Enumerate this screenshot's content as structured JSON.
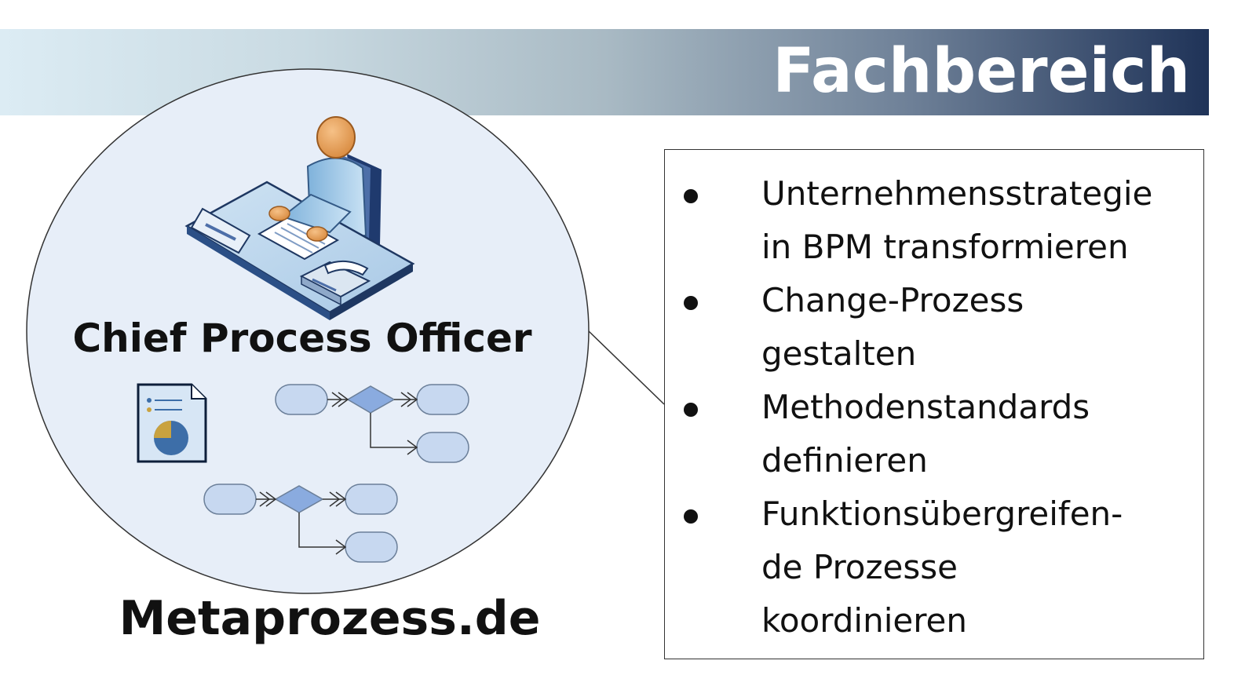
{
  "banner": {
    "title": "Fachbereich",
    "gradient_start": "#dcecf4",
    "gradient_end": "#1f3358"
  },
  "role": {
    "label": "Chief Process Officer",
    "icon": "office-worker-at-desk-icon"
  },
  "site": {
    "label": "Metaprozess.de"
  },
  "icons": {
    "report": "report-document-icon",
    "flow": "process-flow-icon"
  },
  "colors": {
    "circle_fill": "#e7eef8",
    "process_node_fill": "#c7d8f0",
    "process_node_stroke": "#6b7f99",
    "decision_fill": "#8aabdf"
  },
  "tasks": [
    {
      "lines": [
        "Unternehmensstrategie",
        "in BPM transformieren"
      ]
    },
    {
      "lines": [
        "Change-Prozess",
        "gestalten"
      ]
    },
    {
      "lines": [
        "Methodenstandards",
        "definieren"
      ]
    },
    {
      "lines": [
        "Funktionsübergreifen-",
        "de Prozesse",
        "koordinieren"
      ]
    }
  ]
}
